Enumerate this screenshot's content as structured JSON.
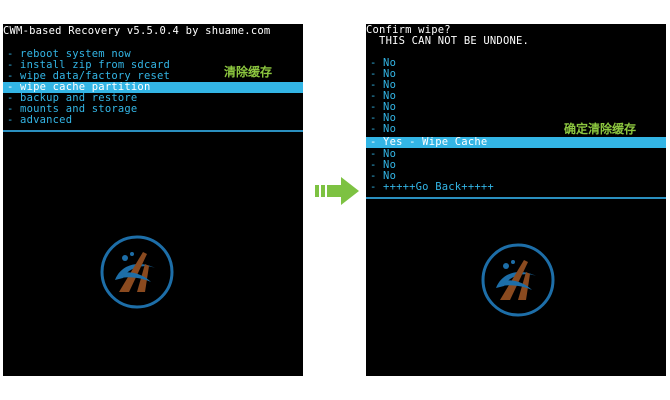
{
  "left_screen": {
    "header": "CWM-based Recovery v5.5.0.4 by shuame.com",
    "menu": [
      {
        "label": "- reboot system now",
        "selected": false
      },
      {
        "label": "- install zip from sdcard",
        "selected": false
      },
      {
        "label": "- wipe data/factory reset",
        "selected": false
      },
      {
        "label": "- wipe cache partition",
        "selected": true
      },
      {
        "label": "- backup and restore",
        "selected": false
      },
      {
        "label": "- mounts and storage",
        "selected": false
      },
      {
        "label": "- advanced",
        "selected": false
      }
    ],
    "annotation": "清除缓存"
  },
  "right_screen": {
    "header_lines": [
      "Confirm wipe?",
      "  THIS CAN NOT BE UNDONE."
    ],
    "menu": [
      {
        "label": "- No",
        "selected": false
      },
      {
        "label": "- No",
        "selected": false
      },
      {
        "label": "- No",
        "selected": false
      },
      {
        "label": "- No",
        "selected": false
      },
      {
        "label": "- No",
        "selected": false
      },
      {
        "label": "- No",
        "selected": false
      },
      {
        "label": "- No",
        "selected": false
      },
      {
        "label": "- Yes - Wipe Cache",
        "selected": true
      },
      {
        "label": "- No",
        "selected": false
      },
      {
        "label": "- No",
        "selected": false
      },
      {
        "label": "- No",
        "selected": false
      },
      {
        "label": "- +++++Go Back+++++",
        "selected": false
      }
    ],
    "annotation": "确定清除缓存"
  },
  "colors": {
    "menu_text": "#33b5e5",
    "highlight": "#33b5e5",
    "annotation": "#8cc63f",
    "arrow": "#7dc242"
  },
  "icons": [
    "shuame-logo-icon",
    "right-arrow-icon"
  ]
}
